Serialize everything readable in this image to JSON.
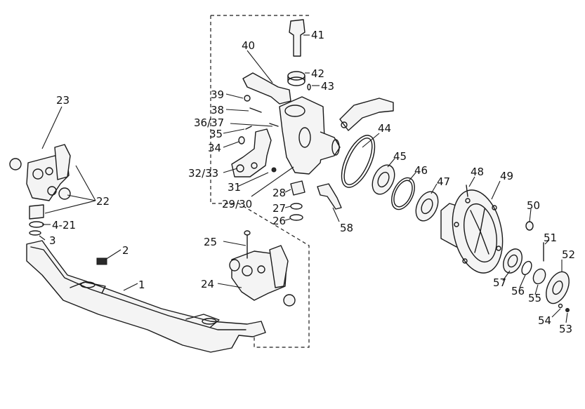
{
  "callouts": {
    "c1": "1",
    "c2": "2",
    "c3": "3",
    "c4_21": "4-21",
    "c22": "22",
    "c23": "23",
    "c24": "24",
    "c25": "25",
    "c26": "26",
    "c27": "27",
    "c28": "28",
    "c29_30": "29/30",
    "c31": "31",
    "c32_33": "32/33",
    "c34": "34",
    "c35": "35",
    "c36_37": "36/37",
    "c38": "38",
    "c39": "39",
    "c40": "40",
    "c41": "41",
    "c42": "42",
    "c43": "43",
    "c44": "44",
    "c45": "45",
    "c46": "46",
    "c47": "47",
    "c48": "48",
    "c49": "49",
    "c50": "50",
    "c51": "51",
    "c52": "52",
    "c53": "53",
    "c54": "54",
    "c55": "55",
    "c56": "56",
    "c57": "57",
    "c58": "58"
  },
  "colors": {
    "line": "#1a1a1a",
    "background": "#ffffff"
  }
}
